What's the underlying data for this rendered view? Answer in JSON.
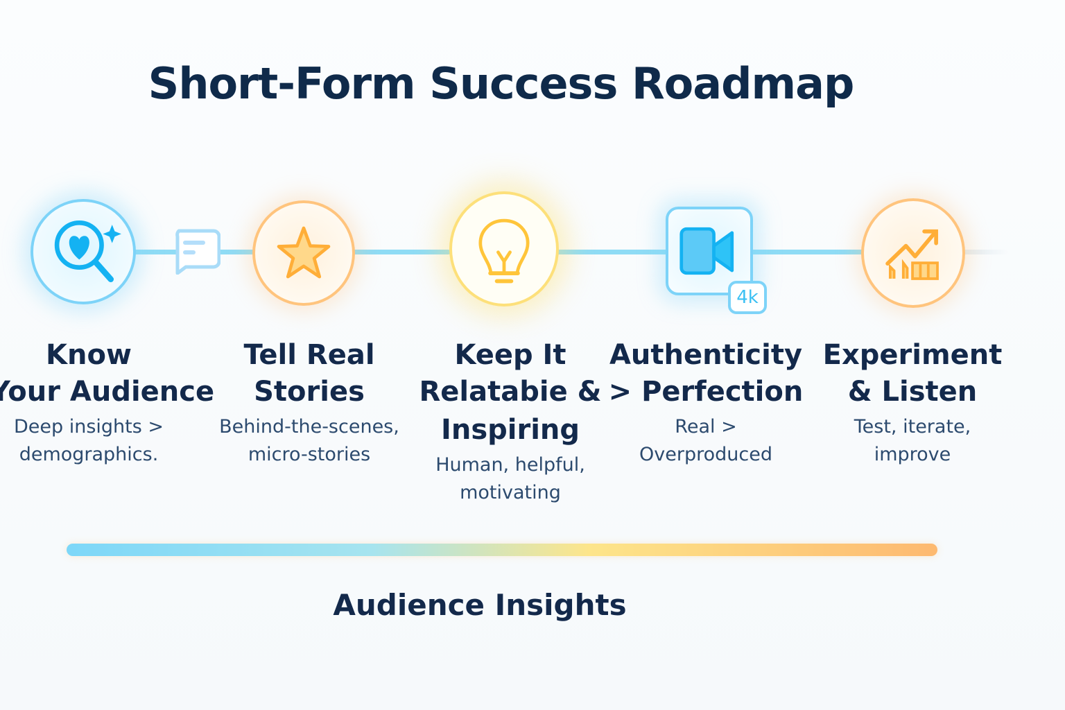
{
  "title": "Short-Form Success Roadmap",
  "steps": [
    {
      "title": [
        "Know",
        "Your Audience"
      ],
      "desc": [
        "Deep insights >",
        "demographics."
      ],
      "icon": "magnifier-heart-icon"
    },
    {
      "title": [
        "Tell Real",
        "Stories"
      ],
      "desc": [
        "Behind-the-scenes,",
        "micro-stories"
      ],
      "icon": "star-icon"
    },
    {
      "title": [
        "Keep It",
        "Relatabie &",
        "Inspiring"
      ],
      "desc": [
        "Human, helpful,",
        "motivating"
      ],
      "icon": "lightbulb-icon"
    },
    {
      "title": [
        "Authenticity",
        "> Perfection"
      ],
      "desc": [
        "Real >",
        "Overproduced"
      ],
      "icon": "video-camera-icon",
      "badge": "4k"
    },
    {
      "title": [
        "Experiment",
        "& Listen"
      ],
      "desc": [
        "Test, iterate,",
        "improve"
      ],
      "icon": "growth-chart-icon"
    }
  ],
  "footer": "Audience Insights",
  "colors": {
    "blue": "#7dd3f8",
    "orange": "#ffc47d",
    "yellow": "#fde07a",
    "text": "#13294b"
  }
}
